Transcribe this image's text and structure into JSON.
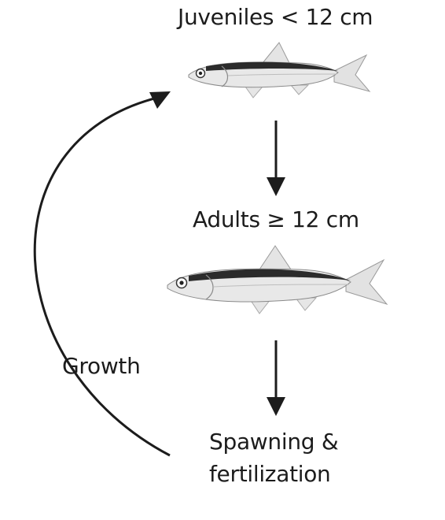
{
  "stages": {
    "juveniles": "Juveniles < 12 cm",
    "adults": "Adults ≥ 12 cm",
    "spawning_line1": "Spawning &",
    "spawning_line2": "fertilization"
  },
  "transitions": {
    "growth": "Growth"
  },
  "icons": {
    "juvenile_fish": "juvenile-anchovy-illustration",
    "adult_fish": "adult-anchovy-illustration"
  },
  "colors": {
    "ink": "#1c1c1c",
    "fish_back": "#2b2b2b",
    "fish_body": "#d8d8d8"
  }
}
